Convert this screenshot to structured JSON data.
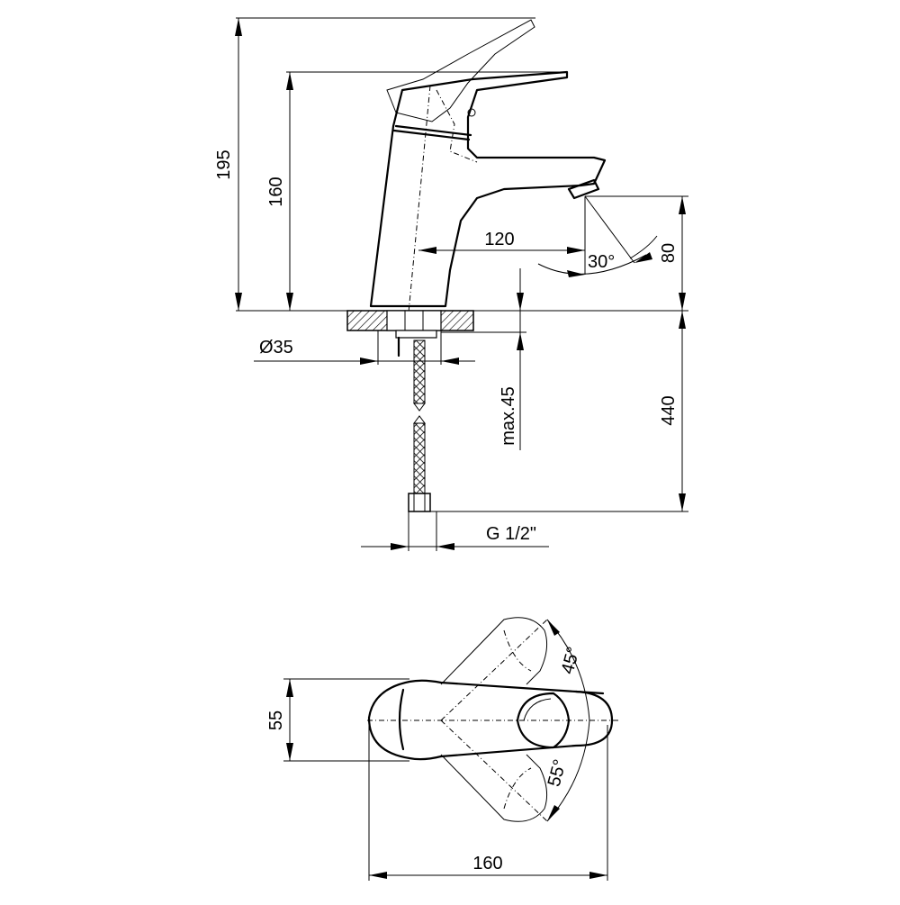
{
  "dimensions": {
    "total_height": "195",
    "spout_height": "160",
    "reach": "120",
    "spout_tilt": "30°",
    "aerator_height": "80",
    "hole_diameter": "Ø35",
    "max_thickness": "max.45",
    "hose_length": "440",
    "connection": "G 1/2\"",
    "body_width": "55",
    "total_length": "160",
    "lever_angle_right": "45°",
    "lever_angle_left": "55°"
  }
}
